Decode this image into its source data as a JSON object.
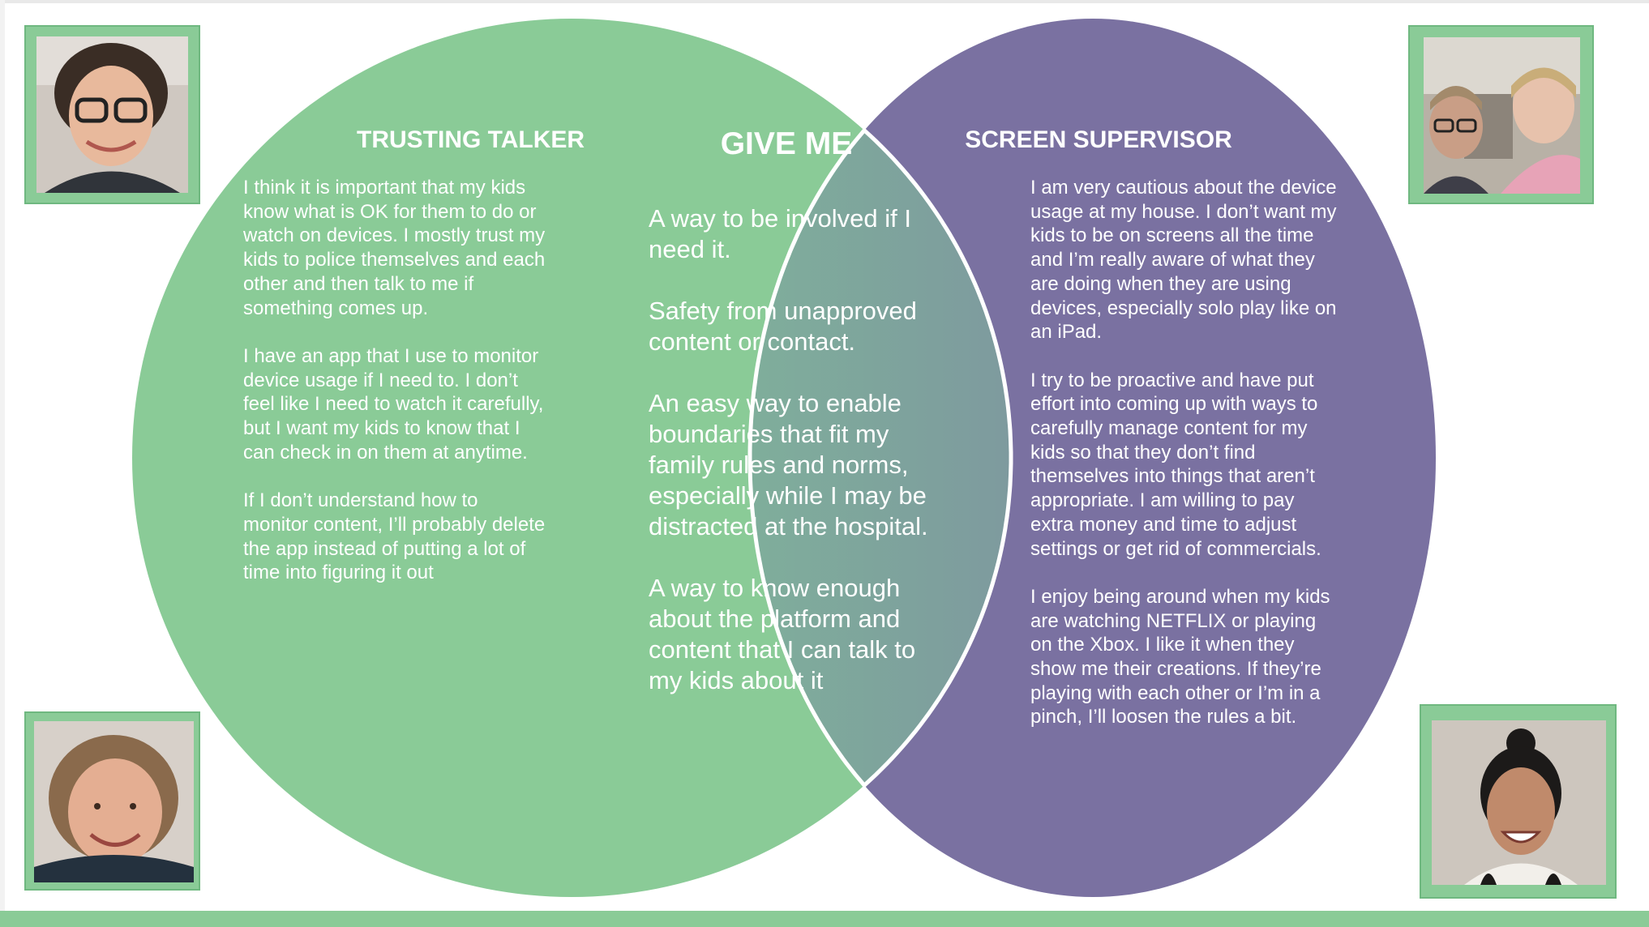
{
  "colors": {
    "green": "#8acb97",
    "purple": "#7a71a1",
    "overlap_left": "#7fae9b",
    "overlap_right": "#7c7aa3",
    "photo_frame": "#8acb97"
  },
  "left": {
    "title": "TRUSTING TALKER",
    "paragraphs": [
      "I think it is important that my kids know what is OK for them to do or watch on devices. I mostly trust my kids to police themselves and each other and then talk to me if something comes up.",
      "I have an app that I use to monitor device usage if I need to. I don’t feel like I need to watch it carefully, but I want my kids to know that I can check in on them at anytime.",
      "If I don’t understand how to monitor content, I’ll probably delete the app instead of putting a lot of time into figuring it out"
    ]
  },
  "center": {
    "title": "GIVE ME",
    "paragraphs": [
      "A way to be involved if I need it.",
      "Safety from unapproved content or contact.",
      "An easy way to enable boundaries that fit my family rules and norms, especially while I may be distracted at the hospital.",
      "A way to know enough about the platform and content that I can talk to my kids about it"
    ]
  },
  "right": {
    "title": "SCREEN SUPERVISOR",
    "paragraphs": [
      "I am very cautious about the device usage at my house. I don’t want my kids to be on screens all the time and I’m really aware of what they are doing when they are using devices, especially solo play like on an iPad.",
      "I try to be proactive and have put effort into coming up with ways to carefully manage content for my kids so that they don’t find themselves into things that aren’t appropriate. I am willing to pay extra money and time to adjust settings or get rid of commercials.",
      "I enjoy being around when my kids are watching NETFLIX or playing on the Xbox. I like it when they show me their creations. If they’re playing with each other or I’m in a pinch, I’ll loosen the rules a bit."
    ]
  },
  "photos": [
    {
      "name": "woman-with-glasses"
    },
    {
      "name": "two-girls"
    },
    {
      "name": "smiling-woman"
    },
    {
      "name": "laughing-woman"
    }
  ]
}
